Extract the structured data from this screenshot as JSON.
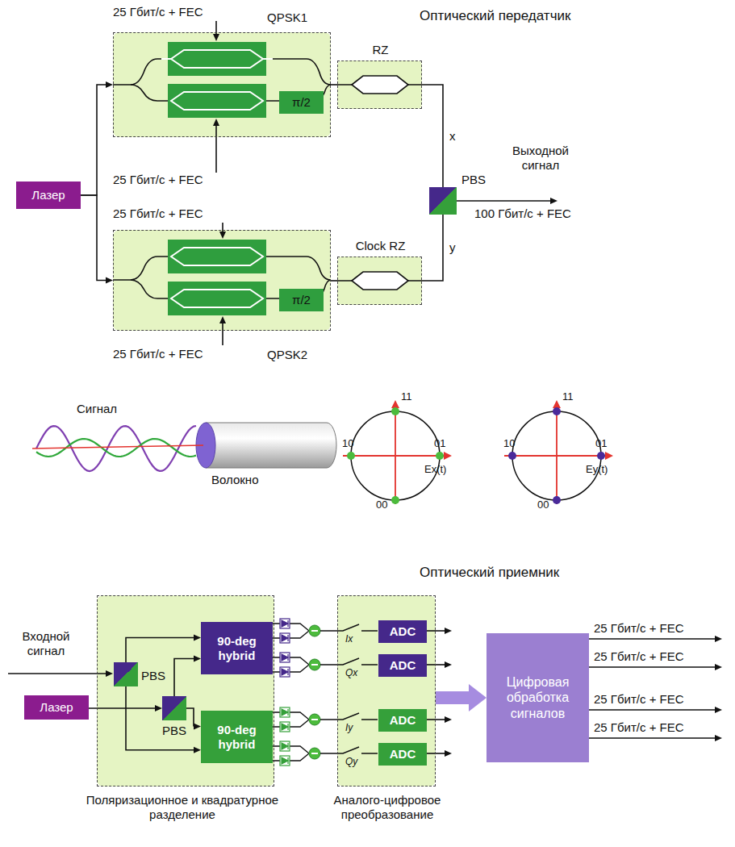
{
  "diagram": {
    "nodes": [
      {
        "text": [
          "Лазер"
        ]
      },
      {
        "text": [
          "QPSK1"
        ]
      },
      {
        "text": [
          "π/2"
        ],
        "in": 1
      },
      {
        "text": [
          "QPSK2"
        ]
      },
      {
        "text": [
          "π/2"
        ],
        "in": 3
      },
      {
        "text": [
          "RZ"
        ]
      },
      {
        "text": [
          "Clock RZ"
        ]
      },
      {
        "text": [
          "PBS"
        ]
      },
      {
        "text": [
          "Поляризационное и квадратурное разделение"
        ]
      },
      {
        "text": [
          "PBS"
        ],
        "in": 8
      },
      {
        "text": [
          "PBS"
        ],
        "in": 8
      },
      {
        "text": [
          "Лазер"
        ]
      },
      {
        "text": [
          "90-deg hybrid"
        ],
        "in": 8
      },
      {
        "text": [
          "90-deg hybrid"
        ],
        "in": 8
      },
      {
        "text": [
          "Аналого-цифровое преобразование"
        ]
      },
      {
        "text": [
          "ADC"
        ],
        "in": 14
      },
      {
        "text": [
          "ADC"
        ],
        "in": 14
      },
      {
        "text": [
          "ADC"
        ],
        "in": 14
      },
      {
        "text": [
          "ADC"
        ],
        "in": 14
      },
      {
        "text": [
          "Цифровая обработка сигналов"
        ]
      }
    ],
    "edges": [
      {
        "from": 0,
        "to": 1,
        "arrow": "to"
      },
      {
        "from": 0,
        "to": 3,
        "arrow": "to"
      },
      {
        "from": 1,
        "to": 5,
        "arrow": "none"
      },
      {
        "from": 3,
        "to": 6,
        "arrow": "none"
      },
      {
        "from": 5,
        "to": 7,
        "label": "x",
        "arrow": "none"
      },
      {
        "from": 6,
        "to": 7,
        "label": "y",
        "arrow": "none"
      },
      {
        "from": 9,
        "to": 12,
        "arrow": "to"
      },
      {
        "from": 9,
        "to": 13,
        "arrow": "to"
      },
      {
        "from": 11,
        "to": 10,
        "arrow": "to"
      },
      {
        "from": 10,
        "to": 12,
        "arrow": "to"
      },
      {
        "from": 10,
        "to": 13,
        "arrow": "to"
      },
      {
        "from": 14,
        "to": 19,
        "arrow": "to"
      }
    ],
    "labels": [
      "Оптический передатчик",
      "25 Гбит/с + FEC",
      "25 Гбит/с + FEC",
      "25 Гбит/с + FEC",
      "25 Гбит/с + FEC",
      "Выходной сигнал",
      "100 Гбит/с + FEC",
      "Сигнал",
      "Волокно",
      "11",
      "10",
      "01",
      "00",
      "Ex(t)",
      "11",
      "10",
      "01",
      "00",
      "Ey(t)",
      "Оптический приемник",
      "Входной сигнал",
      "Ix",
      "Qx",
      "Iy",
      "Qy",
      "25 Гбит/с + FEC",
      "25 Гбит/с + FEC",
      "25 Гбит/с + FEC",
      "25 Гбит/с + FEC"
    ]
  }
}
